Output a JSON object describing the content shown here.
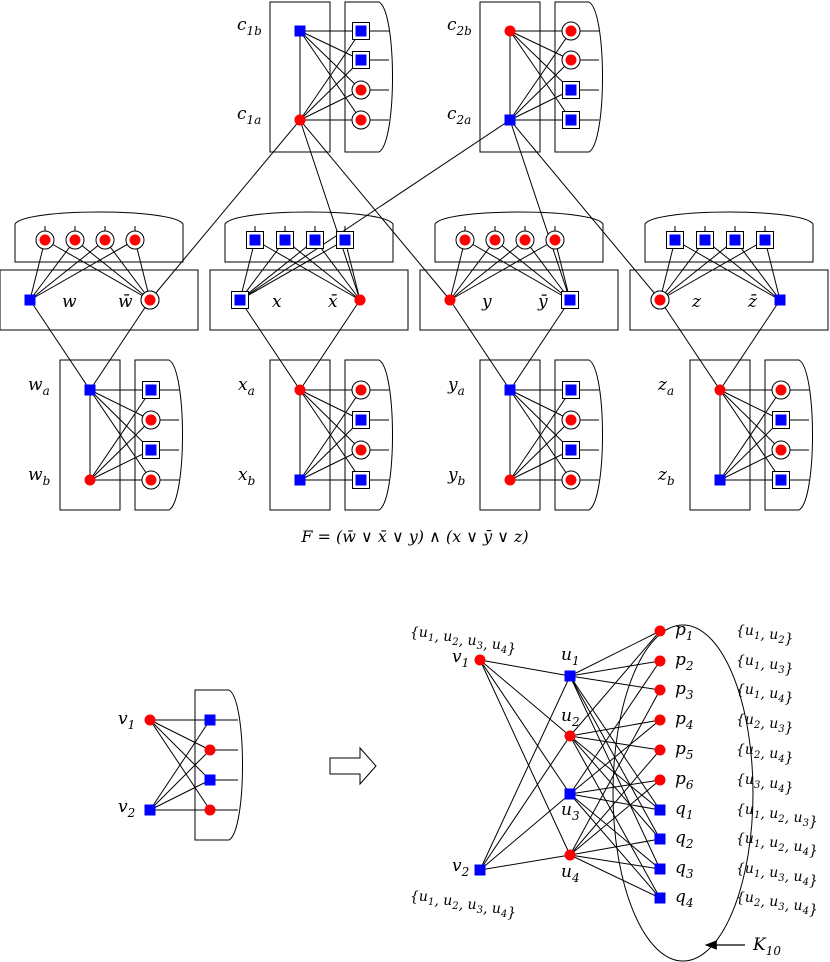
{
  "formula": "F = (w̄ ∨ x̄ ∨ y) ∧ (x ∨ ȳ ∨ z)",
  "clause_gadgets": [
    {
      "top_label": {
        "base": "c",
        "sub": "1b"
      },
      "bottom_label": {
        "base": "c",
        "sub": "1a"
      }
    },
    {
      "top_label": {
        "base": "c",
        "sub": "2b"
      },
      "bottom_label": {
        "base": "c",
        "sub": "2a"
      }
    }
  ],
  "variable_gadgets": [
    {
      "pos_literal": "w",
      "neg_literal": "w̄",
      "top_label": {
        "base": "w",
        "sub": "a"
      },
      "bottom_label": {
        "base": "w",
        "sub": "b"
      }
    },
    {
      "pos_literal": "x",
      "neg_literal": "x̄",
      "top_label": {
        "base": "x",
        "sub": "a"
      },
      "bottom_label": {
        "base": "x",
        "sub": "b"
      }
    },
    {
      "pos_literal": "y",
      "neg_literal": "ȳ",
      "top_label": {
        "base": "y",
        "sub": "a"
      },
      "bottom_label": {
        "base": "y",
        "sub": "b"
      }
    },
    {
      "pos_literal": "z",
      "neg_literal": "z̄",
      "top_label": {
        "base": "z",
        "sub": "a"
      },
      "bottom_label": {
        "base": "z",
        "sub": "b"
      }
    }
  ],
  "expansion": {
    "left_nodes": [
      {
        "base": "v",
        "sub": "1",
        "color": "red"
      },
      {
        "base": "v",
        "sub": "2",
        "color": "blue"
      }
    ],
    "right_left_nodes": [
      {
        "base": "v",
        "sub": "1",
        "set": "{u1, u2, u3, u4}"
      },
      {
        "base": "v",
        "sub": "2",
        "set": "{u1, u2, u3, u4}"
      }
    ],
    "u_nodes": [
      {
        "base": "u",
        "sub": "1"
      },
      {
        "base": "u",
        "sub": "2"
      },
      {
        "base": "u",
        "sub": "3"
      },
      {
        "base": "u",
        "sub": "4"
      }
    ],
    "k_nodes": [
      {
        "base": "p",
        "sub": "1",
        "set": "{u1, u2}"
      },
      {
        "base": "p",
        "sub": "2",
        "set": "{u1, u3}"
      },
      {
        "base": "p",
        "sub": "3",
        "set": "{u1, u4}"
      },
      {
        "base": "p",
        "sub": "4",
        "set": "{u2, u3}"
      },
      {
        "base": "p",
        "sub": "5",
        "set": "{u2, u4}"
      },
      {
        "base": "p",
        "sub": "6",
        "set": "{u3, u4}"
      },
      {
        "base": "q",
        "sub": "1",
        "set": "{u1, u2, u3}"
      },
      {
        "base": "q",
        "sub": "2",
        "set": "{u1, u2, u4}"
      },
      {
        "base": "q",
        "sub": "3",
        "set": "{u1, u3, u4}"
      },
      {
        "base": "q",
        "sub": "4",
        "set": "{u2, u3, u4}"
      }
    ],
    "clique_label": {
      "base": "K",
      "sub": "10"
    }
  },
  "colors": {
    "red": "#ff0000",
    "blue": "#0000ff",
    "line": "#000000"
  }
}
